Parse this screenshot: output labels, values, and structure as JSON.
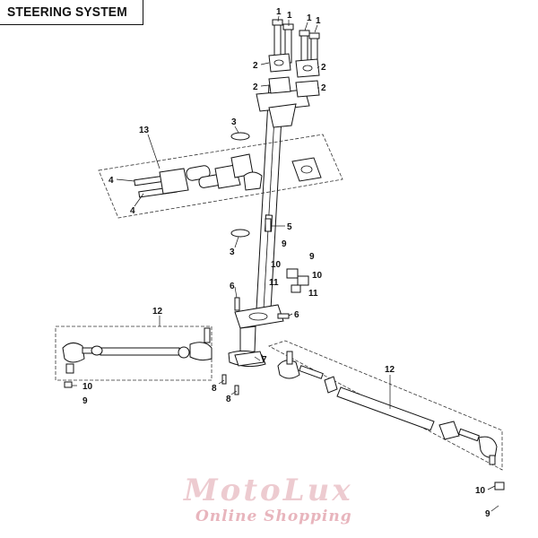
{
  "title": "STEERING SYSTEM",
  "watermark": {
    "brand": "MotoLux",
    "tagline": "Online Shopping",
    "color": "#d68c96"
  },
  "callouts": {
    "c1a": "1",
    "c1b": "1",
    "c1c": "1",
    "c1d": "1",
    "c2a": "2",
    "c2b": "2",
    "c2c": "2",
    "c2d": "2",
    "c3a": "3",
    "c3b": "3",
    "c4a": "4",
    "c4b": "4",
    "c5": "5",
    "c6a": "6",
    "c6b": "6",
    "c7": "7",
    "c8a": "8",
    "c8b": "8",
    "c9a": "9",
    "c9b": "9",
    "c9c": "9",
    "c9d": "9",
    "c10a": "10",
    "c10b": "10",
    "c10c": "10",
    "c10d": "10",
    "c11a": "11",
    "c11b": "11",
    "c12a": "12",
    "c12b": "12",
    "c13": "13"
  }
}
